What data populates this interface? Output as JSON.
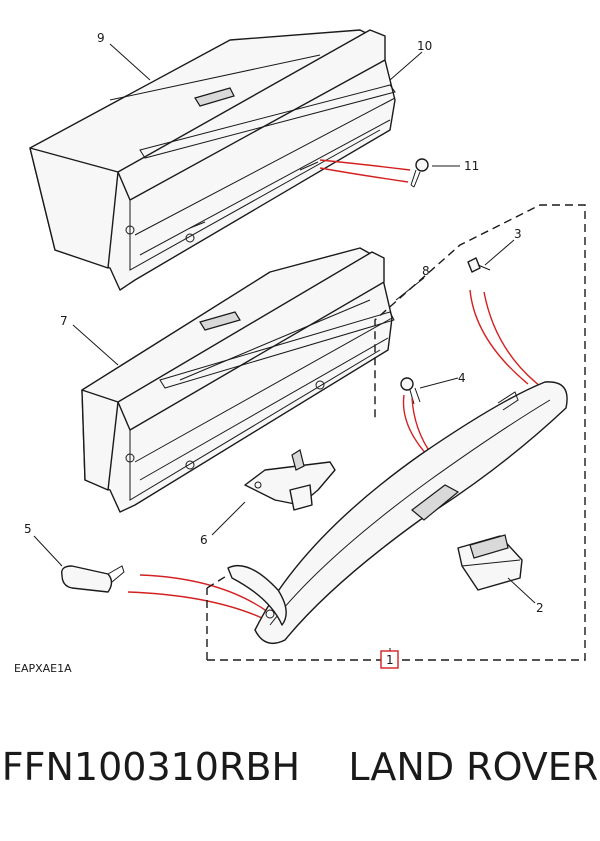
{
  "diagram": {
    "callouts": {
      "c1": "1",
      "c2": "2",
      "c3": "3",
      "c4": "4",
      "c5": "5",
      "c6": "6",
      "c7": "7",
      "c8": "8",
      "c9": "9",
      "c10": "10",
      "c11": "11"
    },
    "drawing_code": "EAPXAE1A"
  },
  "caption": {
    "part_number": "FFN100310RBH",
    "brand": "LAND ROVER"
  },
  "colors": {
    "line": "#1a1a1a",
    "highlight": "#d42020",
    "background": "#ffffff"
  }
}
